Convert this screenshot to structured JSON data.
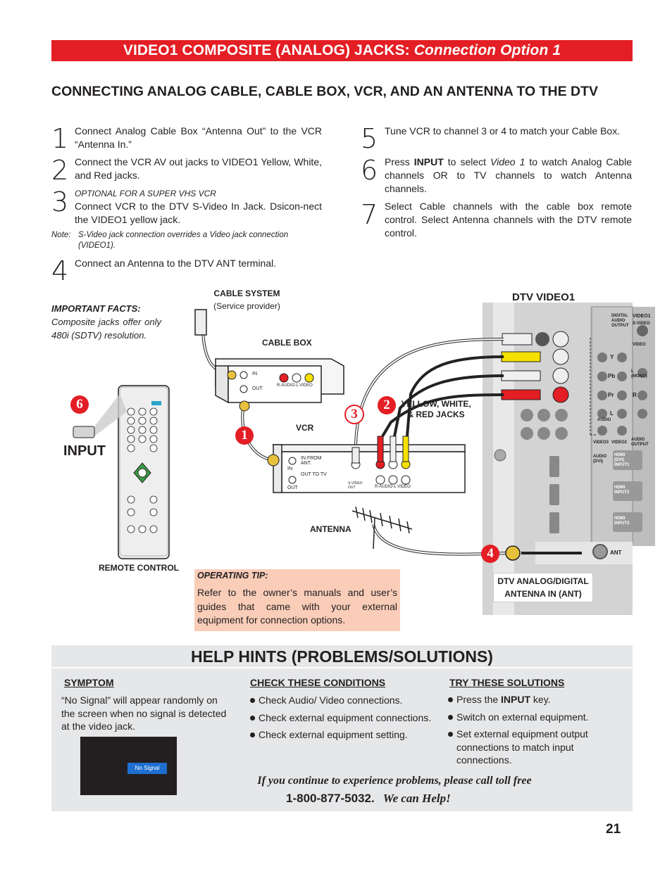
{
  "banner": {
    "main": "VIDEO1 COMPOSITE (ANALOG) JACKS: ",
    "italic": "Connection Option 1"
  },
  "heading": "CONNECTING ANALOG CABLE, CABLE BOX, VCR, AND AN ANTENNA TO THE DTV",
  "steps": {
    "s1": {
      "num": "1",
      "text": "Connect Analog Cable Box “Antenna Out” to the VCR “Antenna In.”"
    },
    "s2": {
      "num": "2",
      "text": "Connect the VCR AV out jacks to VIDEO1 Yellow, White, and Red jacks."
    },
    "s3": {
      "num": "3",
      "optional": "OPTIONAL FOR A SUPER VHS VCR",
      "text": "Connect VCR to the DTV S-Video In Jack. Dsicon-nect the VIDEO1 yellow jack."
    },
    "note_label": "Note:",
    "note_text": "S-Video jack connection overrides a Video jack connection (VIDEO1).",
    "s4": {
      "num": "4",
      "text": "Connect an Antenna to the DTV ANT terminal."
    },
    "s5": {
      "num": "5",
      "text": "Tune VCR to channel 3 or 4 to match your Cable Box."
    },
    "s6": {
      "num": "6",
      "pre": "Press ",
      "bold": "INPUT",
      "mid": " to select ",
      "ital": "Video 1",
      "post": " to watch Analog Cable channels OR to TV channels to watch Antenna channels."
    },
    "s7": {
      "num": "7",
      "text": "Select Cable channels with the cable box remote control. Select Antenna channels with the DTV remote control."
    }
  },
  "facts": {
    "title": "IMPORTANT FACTS:",
    "text": "Composite jacks offer only 480i (SDTV) resolution."
  },
  "diagram": {
    "cable_system": "CABLE SYSTEM",
    "service_provider": "(Service provider)",
    "cable_box": "CABLE BOX",
    "vcr": "VCR",
    "yellow_jacks": "YELLOW, WHITE, & RED JACKS",
    "antenna": "ANTENNA",
    "dtv_video1": "DTV VIDEO1",
    "input": "INPUT",
    "remote": "REMOTE CONTROL",
    "ant_in": "DTV ANALOG/DIGITAL ANTENNA IN (ANT)",
    "callouts": {
      "c1": "1",
      "c2": "2",
      "c3": "3",
      "c4": "4",
      "c6": "6"
    },
    "panel": {
      "digital_audio": "DIGITAL AUDIO OUTPUT",
      "video1": "VIDEO1",
      "svideo": "S-VIDEO",
      "video": "VIDEO",
      "y": "Y",
      "pb": "Pb",
      "pr": "Pr",
      "l_mono": "L (MONO)",
      "r": "R",
      "audio": "AUDIO",
      "l": "L",
      "video3": "VIDEO3",
      "video2": "VIDEO2",
      "audio_output": "AUDIO OUTPUT",
      "hdmi1": "HDMI (DVI) INPUT1",
      "hdmi2": "HDMI INPUT2",
      "hdmi3": "HDMI INPUT3",
      "audio_dvi": "AUDIO (DVI)",
      "ant": "ANT"
    },
    "cablebox_labels": {
      "in": "IN",
      "out": "OUT",
      "audio": "R-AUDIO-L  VIDEO"
    },
    "vcr_labels": {
      "in": "IN",
      "out": "OUT",
      "in_from": "IN FROM ANT.",
      "out_to": "OUT TO TV",
      "svideo": "S-VIDEO OUT",
      "audio": "R-AUDIO-L  VIDEO"
    }
  },
  "tip": {
    "title": "OPERATING TIP:",
    "text": "Refer to the owner’s manuals and user’s guides that came with your external equipment for connection options."
  },
  "help": {
    "title": "HELP HINTS (PROBLEMS/SOLUTIONS)",
    "symptom_head": "SYMPTOM",
    "symptom_text": "“No Signal” will appear randomly on the screen when no signal is detected at the video jack.",
    "no_signal": "No Signal",
    "check_head": "CHECK THESE CONDITIONS",
    "checks": [
      "Check Audio/ Video connections.",
      "Check external equipment connections.",
      "Check external equipment setting."
    ],
    "try_head": "TRY THESE SOLUTIONS",
    "try1_pre": "Press the ",
    "try1_bold": "INPUT",
    "try1_post": " key.",
    "try2": "Switch on external equipment.",
    "try3": "Set external equipment output connections to match input connections.",
    "call": "If you continue to experience problems, please call toll free",
    "phone": "1-800-877-5032.",
    "we_can_help": "We can Help!"
  },
  "page_number": "21"
}
